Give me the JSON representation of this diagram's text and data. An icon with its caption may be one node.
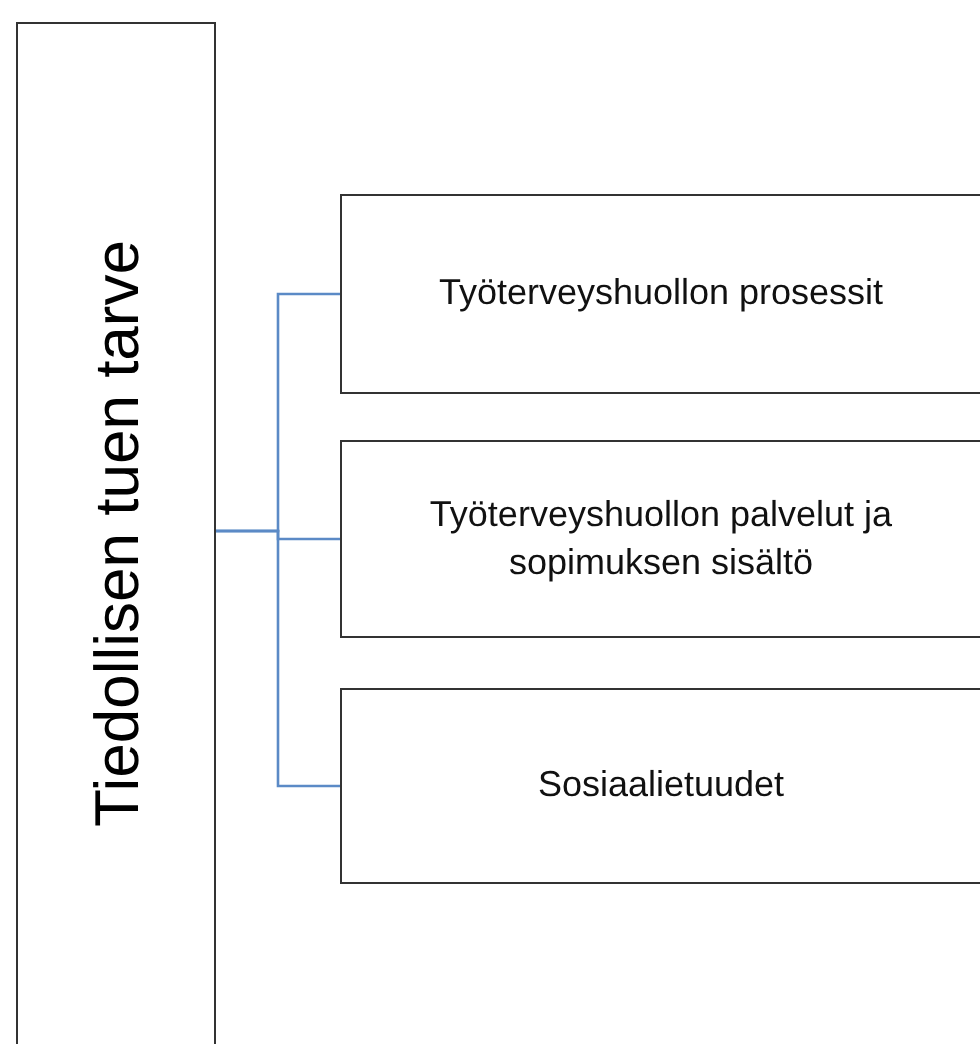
{
  "diagram": {
    "nodes": [
      {
        "text": [
          "Tiedollisen tuen tarve"
        ]
      },
      {
        "text": [
          "Työterveyshuollon prosessit"
        ]
      },
      {
        "text": [
          "Työterveyshuollon palvelut ja sopimuksen sisältö"
        ]
      },
      {
        "text": [
          "Sosiaalietuudet"
        ]
      }
    ],
    "edges": [
      {
        "from": 0,
        "to": 1,
        "arrow": "none"
      },
      {
        "from": 0,
        "to": 2,
        "arrow": "none"
      },
      {
        "from": 0,
        "to": 3,
        "arrow": "none"
      }
    ]
  }
}
